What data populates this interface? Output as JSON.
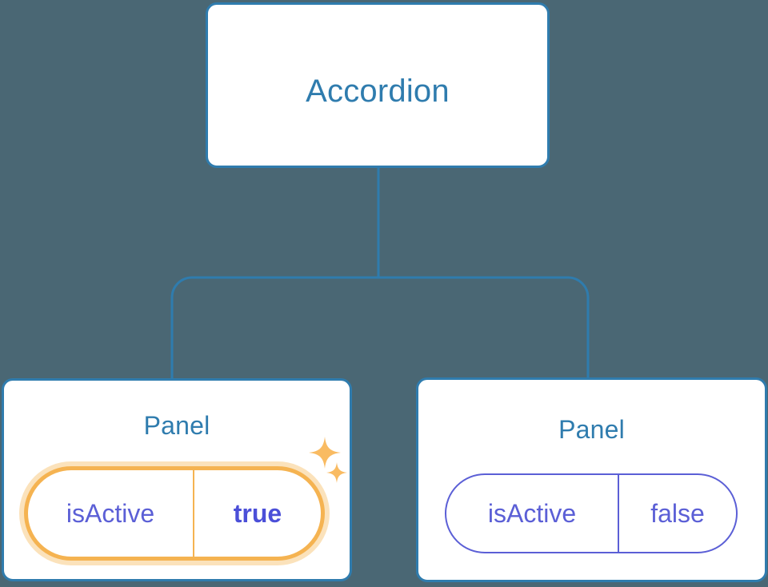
{
  "background_color": "#4a6774",
  "theme": {
    "node_border": "#2f7cae",
    "node_fill": "#ffffff",
    "node_text": "#2f7cae",
    "connector": "#2f7cae",
    "prop_text": "#5b5fd6",
    "prop_border": "#5b5fd6",
    "highlight_border": "#f5b351",
    "highlight_glow": "#fbe2bb",
    "highlight_value_text": "#4b4fd8",
    "sparkle": "#f9bb62"
  },
  "tree": {
    "root": {
      "label": "Accordion"
    },
    "children": [
      {
        "label": "Panel",
        "highlighted": true,
        "props": [
          {
            "key": "isActive",
            "value": "true",
            "changed": true
          }
        ],
        "sparkles": [
          {
            "name": "sparkle-large"
          },
          {
            "name": "sparkle-small"
          }
        ]
      },
      {
        "label": "Panel",
        "highlighted": false,
        "props": [
          {
            "key": "isActive",
            "value": "false",
            "changed": false
          }
        ]
      }
    ]
  }
}
